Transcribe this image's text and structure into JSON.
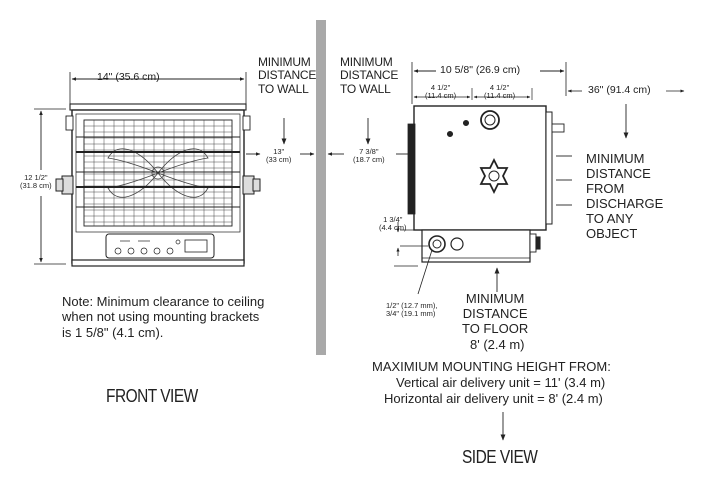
{
  "front": {
    "width_dim": "14\" (35.6 cm)",
    "height_dim": "12 1/2\"\n(31.8 cm)",
    "note": "Note: Minimum clearance to ceiling\nwhen not using mounting brackets\nis 1 5/8\" (4.1 cm).",
    "view_label": "FRONT VIEW"
  },
  "wall": {
    "left_label": "MINIMUM\nDISTANCE\nTO WALL",
    "left_dim": "13\"\n(33 cm)",
    "right_label": "MINIMUM\nDISTANCE\nTO WALL",
    "right_dim": "7 3/8\"\n(18.7 cm)"
  },
  "side": {
    "depth_dim": "10 5/8\" (26.9 cm)",
    "sub_dim_1": "4 1/2\"\n(11.4 cm)",
    "sub_dim_2": "4 1/2\"\n(11.4 cm)",
    "discharge_dim": "36\" (91.4 cm)",
    "discharge_label": "MINIMUM\nDISTANCE\nFROM\nDISCHARGE\nTO ANY\nOBJECT",
    "conduit_dim": "1 3/4\"\n(4.4 cm)",
    "knockout_dim": "1/2\" (12.7 mm),\n3/4\" (19.1 mm)",
    "floor_label": "MINIMUM\nDISTANCE\nTO FLOOR",
    "floor_dim": "8' (2.4 m)",
    "mount_title": "MAXIMIUM MOUNTING HEIGHT FROM:",
    "mount_vertical": "Vertical air delivery unit = 11' (3.4 m)",
    "mount_horizontal": "Horizontal air delivery unit = 8' (2.4 m)",
    "view_label": "SIDE VIEW"
  },
  "colors": {
    "line": "#222222",
    "divider": "#a9a9a9",
    "panel": "#e6e6e6"
  }
}
